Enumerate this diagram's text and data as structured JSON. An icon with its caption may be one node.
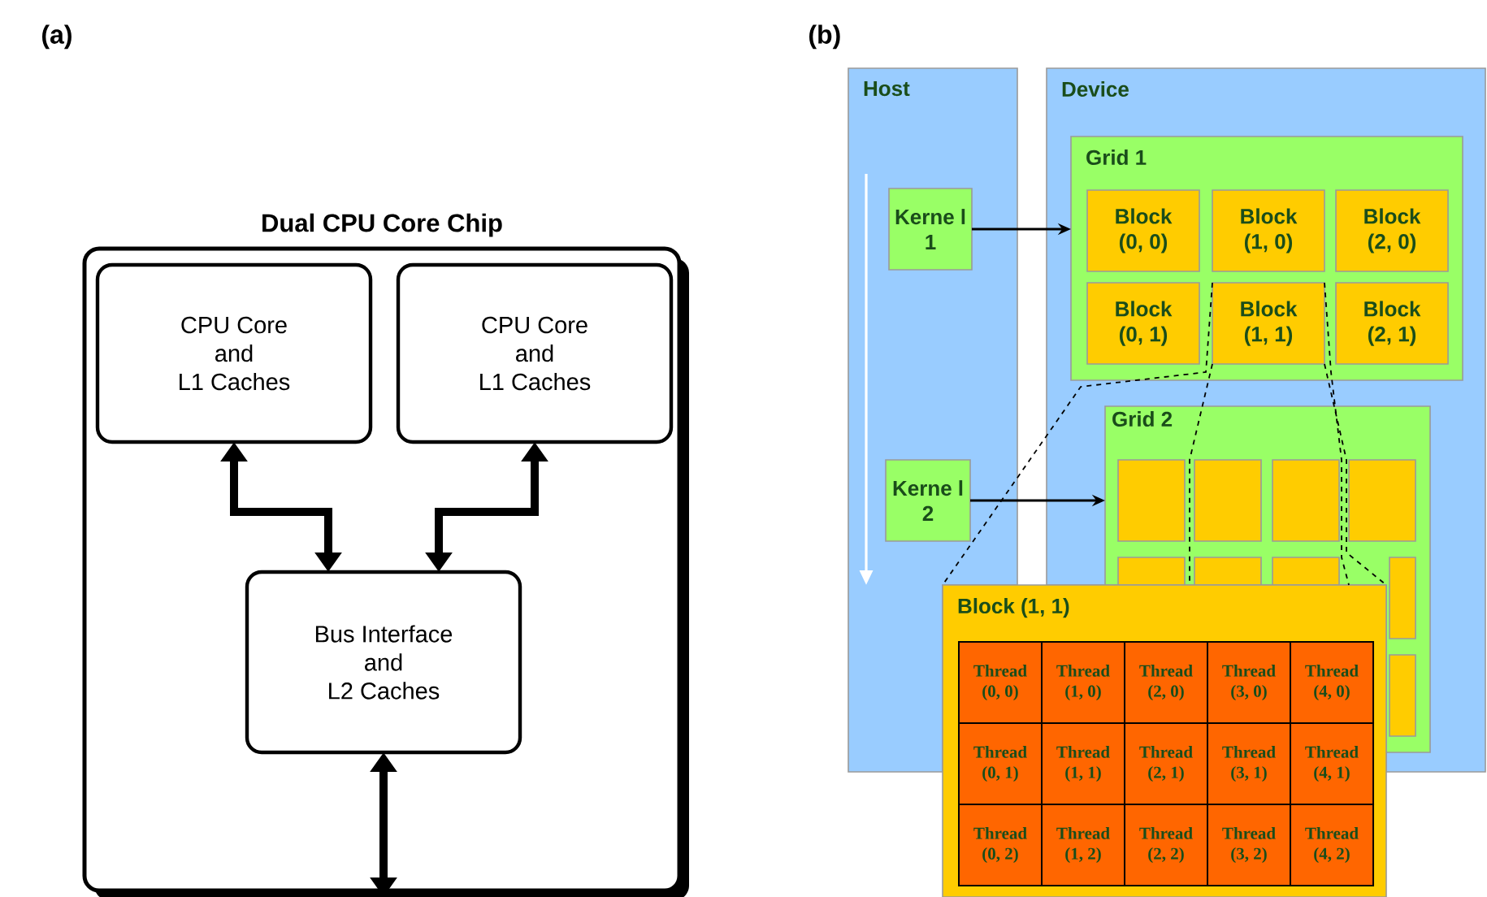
{
  "diagram": {
    "nodes": [
      {
        "text": [
          "Dual CPU Core Chip"
        ]
      },
      {
        "text": [
          "CPU Core and L1 Caches"
        ],
        "in": 0
      },
      {
        "text": [
          "CPU Core and L1 Caches"
        ],
        "in": 0
      },
      {
        "text": [
          "Bus Interface and L2 Caches"
        ],
        "in": 0
      },
      {
        "text": [
          "Host"
        ]
      },
      {
        "text": [
          "Device"
        ]
      },
      {
        "text": [
          "Kerne l 1"
        ],
        "in": 4
      },
      {
        "text": [
          "Kerne l 2"
        ],
        "in": 4
      },
      {
        "text": [
          "Grid 1"
        ],
        "in": 5
      },
      {
        "text": [
          "Block (0, 0)"
        ],
        "in": 8
      },
      {
        "text": [
          "Block (1, 0)"
        ],
        "in": 8
      },
      {
        "text": [
          "Block (2, 0)"
        ],
        "in": 8
      },
      {
        "text": [
          "Block (0, 1)"
        ],
        "in": 8
      },
      {
        "text": [
          "Block (1, 1)"
        ],
        "in": 8
      },
      {
        "text": [
          "Block (2, 1)"
        ],
        "in": 8
      },
      {
        "text": [
          "Grid 2"
        ],
        "in": 5
      },
      {
        "text": [],
        "shape": "box",
        "in": 15
      },
      {
        "text": [],
        "shape": "box",
        "in": 15
      },
      {
        "text": [],
        "shape": "box",
        "in": 15
      },
      {
        "text": [],
        "shape": "box",
        "in": 15
      },
      {
        "text": [],
        "shape": "box",
        "in": 15
      },
      {
        "text": [],
        "shape": "box",
        "in": 15
      },
      {
        "text": [],
        "shape": "box",
        "in": 15
      },
      {
        "text": [],
        "shape": "box",
        "in": 15
      },
      {
        "text": [],
        "shape": "box",
        "in": 15
      },
      {
        "text": [
          "Block (1, 1)"
        ]
      },
      {
        "text": [
          "Thread (0, 0)"
        ],
        "in": 25
      },
      {
        "text": [
          "Thread (1, 0)"
        ],
        "in": 25
      },
      {
        "text": [
          "Thread (2, 0)"
        ],
        "in": 25
      },
      {
        "text": [
          "Thread (3, 0)"
        ],
        "in": 25
      },
      {
        "text": [
          "Thread (4, 0)"
        ],
        "in": 25
      },
      {
        "text": [
          "Thread (0, 1)"
        ],
        "in": 25
      },
      {
        "text": [
          "Thread (1, 1)"
        ],
        "in": 25
      },
      {
        "text": [
          "Thread (2, 1)"
        ],
        "in": 25
      },
      {
        "text": [
          "Thread (3, 1)"
        ],
        "in": 25
      },
      {
        "text": [
          "Thread (4, 1)"
        ],
        "in": 25
      },
      {
        "text": [
          "Thread (0, 2)"
        ],
        "in": 25
      },
      {
        "text": [
          "Thread (1, 2)"
        ],
        "in": 25
      },
      {
        "text": [
          "Thread (2, 2)"
        ],
        "in": 25
      },
      {
        "text": [
          "Thread (3, 2)"
        ],
        "in": 25
      },
      {
        "text": [
          "Thread (4, 2)"
        ],
        "in": 25
      }
    ],
    "edges": [
      {
        "from": 1,
        "to": 3,
        "arrow": "both",
        "style": "thick"
      },
      {
        "from": 2,
        "to": 3,
        "arrow": "both",
        "style": "thick"
      },
      {
        "from": 3,
        "to": null,
        "arrow": "both",
        "style": "thick"
      },
      {
        "from": 6,
        "to": 8,
        "arrow": "to"
      },
      {
        "from": 7,
        "to": 15,
        "arrow": "to"
      },
      {
        "from": 13,
        "to": 25,
        "arrow": "none",
        "style": "dashed"
      },
      {
        "from": 13,
        "to": 25,
        "arrow": "none",
        "style": "dashed"
      },
      {
        "from": 13,
        "to": 25,
        "arrow": "none",
        "style": "dashed"
      },
      {
        "from": 13,
        "to": 25,
        "arrow": "none",
        "style": "dashed"
      }
    ],
    "labels": [
      "(a)",
      "(b)"
    ]
  }
}
